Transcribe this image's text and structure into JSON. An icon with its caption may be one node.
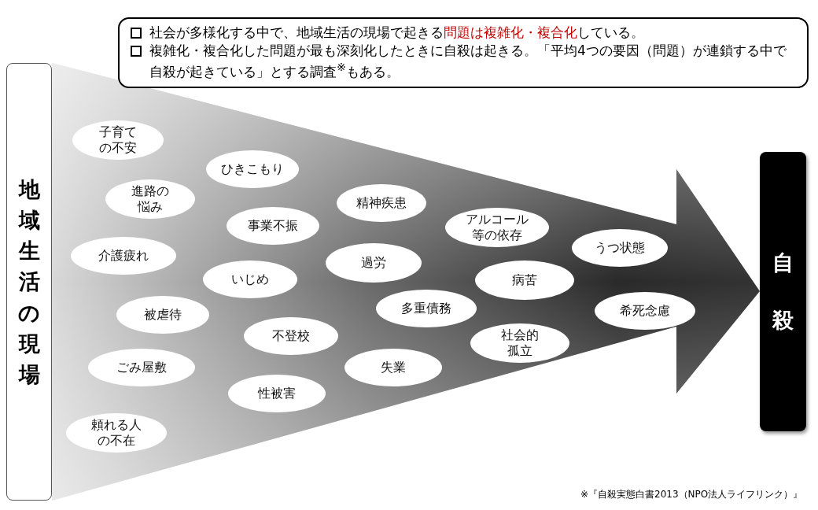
{
  "diagram": {
    "nodes": [
      {
        "text": [
          "社会が多様化する中で、地域生活の現場で起きる**問題は複雑化・複合化**している。",
          "複雑化・複合化した問題が最も深刻化したときに自殺は起きる。「平均4つの要因（問題）が連鎖する中で自殺が起きている」とする調査$^{※}$もある。"
        ]
      },
      {
        "text": [
          "地域生活の現場"
        ]
      },
      {
        "text": [
          "子育ての不安"
        ]
      },
      {
        "text": [
          "ひきこもり"
        ]
      },
      {
        "text": [
          "進路の悩み"
        ]
      },
      {
        "text": [
          "精神疾患"
        ]
      },
      {
        "text": [
          "事業不振"
        ]
      },
      {
        "text": [
          "アルコール等の依存"
        ]
      },
      {
        "text": [
          "うつ状態"
        ]
      },
      {
        "text": [
          "介護疲れ"
        ]
      },
      {
        "text": [
          "過労"
        ]
      },
      {
        "text": [
          "いじめ"
        ]
      },
      {
        "text": [
          "病苦"
        ]
      },
      {
        "text": [
          "被虐待"
        ]
      },
      {
        "text": [
          "多重債務"
        ]
      },
      {
        "text": [
          "希死念慮"
        ]
      },
      {
        "text": [
          "不登校"
        ]
      },
      {
        "text": [
          "社会的孤立"
        ]
      },
      {
        "text": [
          "ごみ屋敷"
        ]
      },
      {
        "text": [
          "失業"
        ]
      },
      {
        "text": [
          "性被害"
        ]
      },
      {
        "text": [
          "頼れる人の不在"
        ]
      },
      {
        "text": [
          "自殺"
        ]
      }
    ],
    "edges": [
      {
        "from": 1,
        "to": 22,
        "arrow": "to"
      }
    ],
    "labels": [
      "※『自殺実態白書2013（NPO法人ライフリンク）』"
    ]
  }
}
